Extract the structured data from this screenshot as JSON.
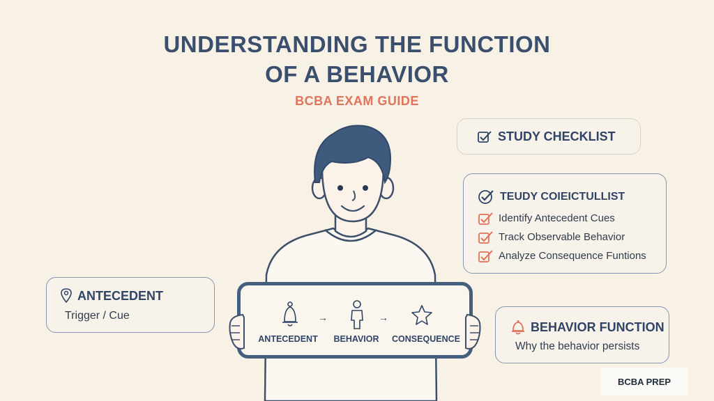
{
  "header": {
    "title_line1": "UNDERSTANDING THE FUNCTION",
    "title_line2": "OF A BEHAVIOR",
    "subtitle": "BCBA EXAM GUIDE"
  },
  "study_card_top": {
    "title": "STUDY CHECKLIST",
    "icon": "checkbox-icon"
  },
  "study_card_main": {
    "title": "TEUDY COIEICTULLIST",
    "icon": "check-circle-icon",
    "items": [
      "Identify Antecedent Cues",
      "Track Observable Behavior",
      "Analyze Consequence Funtions"
    ]
  },
  "antecedent_card": {
    "title": "ANTECEDENT",
    "text": "Trigger / Cue",
    "icon": "location-pin-icon"
  },
  "function_card": {
    "title": "BEHAVIOR FUNCTION",
    "text": "Why the behavior persists",
    "icon": "bell-icon"
  },
  "sign": {
    "steps": [
      "ANTECEDENT",
      "BEHAVIOR",
      "CONSEQUENCE"
    ],
    "icons": [
      "bell-icon",
      "person-icon",
      "star-icon"
    ],
    "arrow": "→"
  },
  "badge": {
    "label": "BCBA PREP"
  },
  "colors": {
    "background": "#f7f1e6",
    "navy": "#3a4f6e",
    "accent": "#e0735a",
    "card_border": "#8495b0"
  }
}
